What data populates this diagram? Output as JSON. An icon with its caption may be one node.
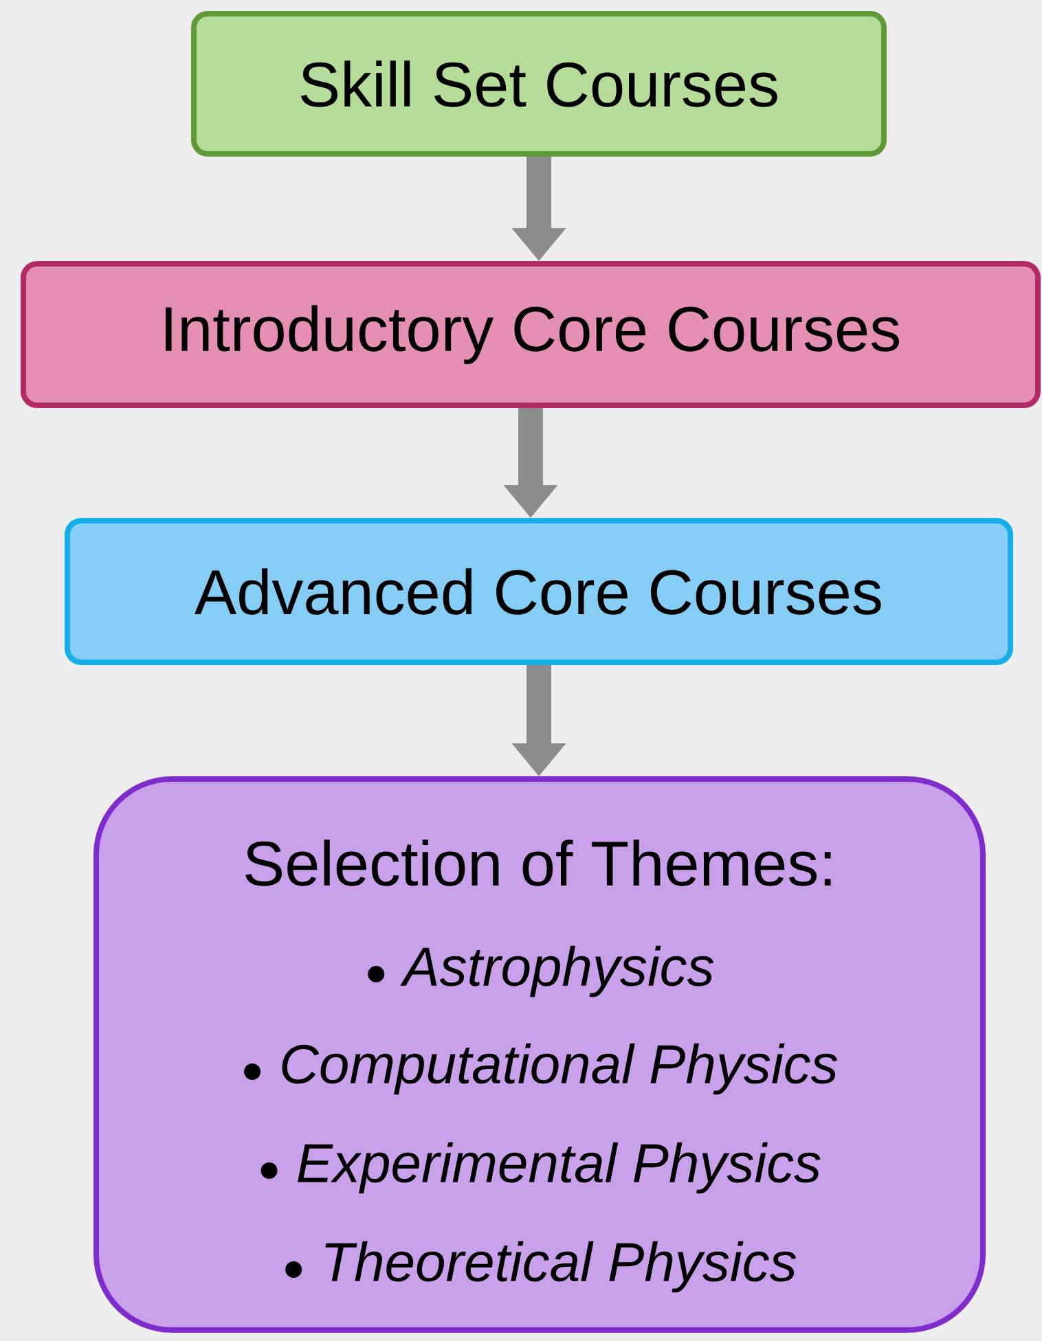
{
  "diagram": {
    "nodes": [
      {
        "text": [
          "Skill Set Courses"
        ]
      },
      {
        "text": [
          "Introductory Core Courses"
        ]
      },
      {
        "text": [
          "Advanced Core Courses"
        ]
      },
      {
        "text": [
          "Selection of Themes:",
          "Astrophysics",
          "Computational Physics",
          "Experimental Physics",
          "Theoretical Physics"
        ]
      }
    ],
    "edges": [
      {
        "from": 0,
        "to": 1,
        "arrow": "to"
      },
      {
        "from": 1,
        "to": 2,
        "arrow": "to"
      },
      {
        "from": 2,
        "to": 3,
        "arrow": "to"
      }
    ]
  }
}
